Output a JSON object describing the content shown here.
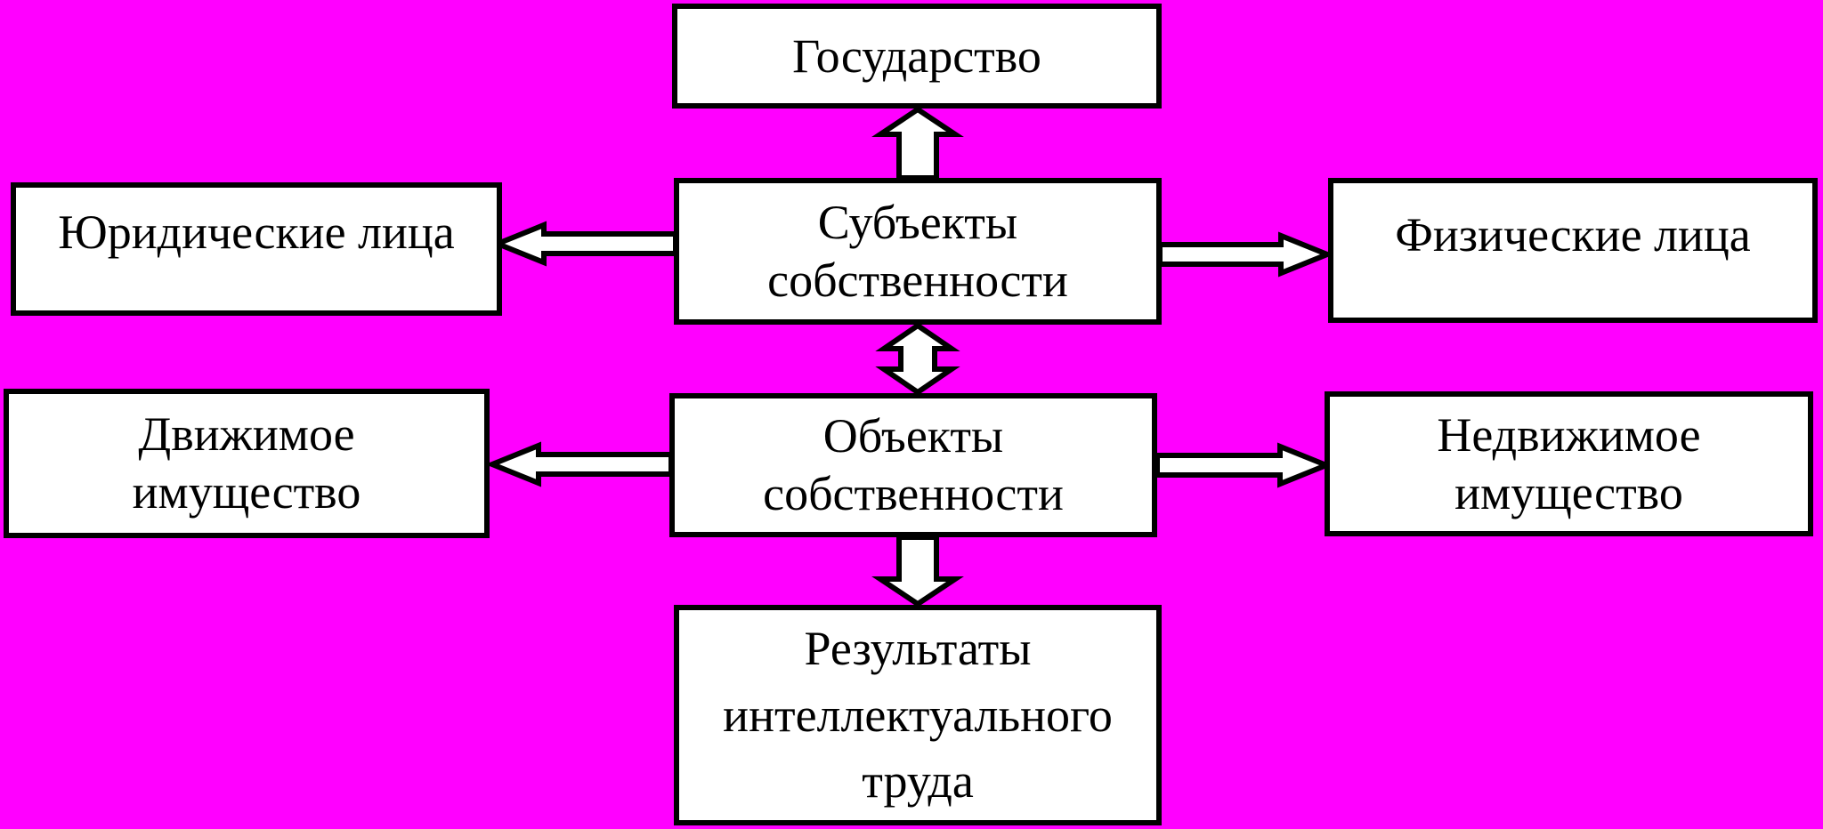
{
  "colors": {
    "background": "#FF00FF",
    "box_fill": "#FFFFFF",
    "line": "#000000"
  },
  "diagram": {
    "nodes": {
      "state": {
        "label": "Государство"
      },
      "subjects": {
        "label": "Субъекты\nсобственности"
      },
      "legal": {
        "label": "Юридические лица"
      },
      "individuals": {
        "label": "Физические лица"
      },
      "objects": {
        "label": "Объекты\nсобственности"
      },
      "movable": {
        "label": "Движимое\nимущество"
      },
      "immovable": {
        "label": "Недвижимое\nимущество"
      },
      "intellectual": {
        "label": "Результаты\nинтеллектуального\nтруда"
      }
    },
    "edges": [
      {
        "from": "subjects",
        "to": "state",
        "style": "block-arrow",
        "direction": "up"
      },
      {
        "from": "subjects",
        "to": "legal",
        "style": "block-arrow",
        "direction": "left"
      },
      {
        "from": "subjects",
        "to": "individuals",
        "style": "block-arrow",
        "direction": "right"
      },
      {
        "from": "subjects",
        "to": "objects",
        "style": "block-arrow",
        "direction": "both"
      },
      {
        "from": "objects",
        "to": "movable",
        "style": "block-arrow",
        "direction": "left"
      },
      {
        "from": "objects",
        "to": "immovable",
        "style": "block-arrow",
        "direction": "right"
      },
      {
        "from": "objects",
        "to": "intellectual",
        "style": "block-arrow",
        "direction": "down"
      }
    ]
  }
}
